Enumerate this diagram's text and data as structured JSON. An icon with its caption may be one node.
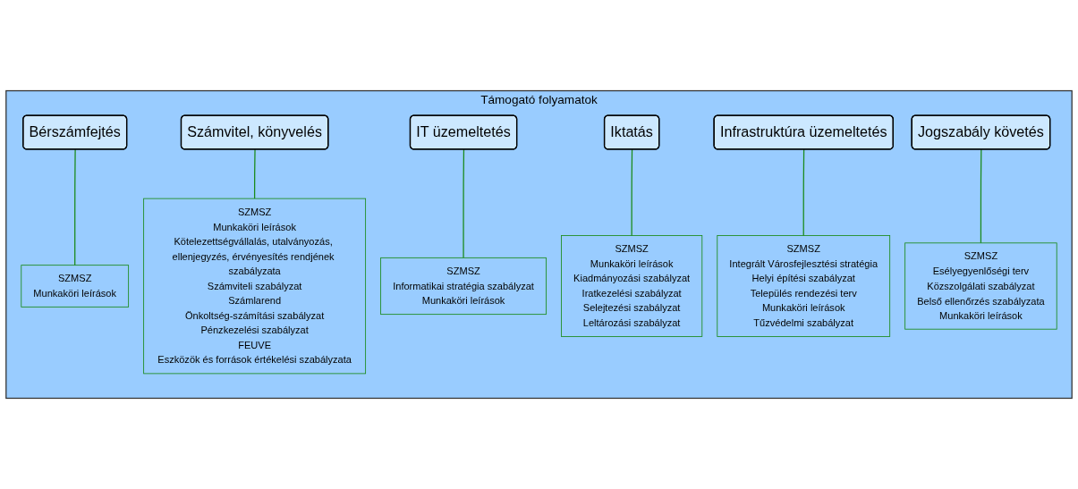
{
  "diagram": {
    "nodes": [
      {
        "text": [
          "Támogató folyamatok"
        ]
      },
      {
        "text": [
          "Bérszámfejtés"
        ],
        "in": 0
      },
      {
        "text": [
          "Számvitel, könyvelés"
        ],
        "in": 0
      },
      {
        "text": [
          "IT üzemeltetés"
        ],
        "in": 0
      },
      {
        "text": [
          "Iktatás"
        ],
        "in": 0
      },
      {
        "text": [
          "Infrastruktúra üzemeltetés"
        ],
        "in": 0
      },
      {
        "text": [
          "Jogszabály követés"
        ],
        "in": 0
      },
      {
        "text": [
          "SZMSZ",
          "Munkaköri leírások"
        ],
        "in": 0
      },
      {
        "text": [
          "SZMSZ",
          "Munkaköri leírások",
          "Kötelezettségvállalás, utalványozás, ellenjegyzés, érvényesítés rendjének szabályzata",
          "Számviteli szabályzat",
          "Számlarend",
          "Önkoltség-számítási szabályzat",
          "Pénzkezelési szabályzat",
          "FEUVE",
          "Eszközök és források értékelési szabályzata"
        ],
        "in": 0
      },
      {
        "text": [
          "SZMSZ",
          "Informatikai stratégia szabályzat",
          "Munkaköri leírások"
        ],
        "in": 0
      },
      {
        "text": [
          "SZMSZ",
          "Munkaköri leírások",
          "Kiadmányozási szabályzat",
          "Iratkezelési szabályzat",
          "Selejtezési szabályzat",
          "Leltározási szabályzat"
        ],
        "in": 0
      },
      {
        "text": [
          "SZMSZ",
          "Integrált Városfejlesztési stratégia",
          "Helyi építési szabályzat",
          "Település rendezési terv",
          "Munkaköri leírások",
          "Tűzvédelmi szabályzat"
        ],
        "in": 0
      },
      {
        "text": [
          "SZMSZ",
          "Esélyegyenlőségi terv",
          "Közszolgálati szabályzat",
          "Belső ellenőrzés szabályzata",
          "Munkaköri leírások"
        ],
        "in": 0
      }
    ],
    "edges": [
      {
        "from": 1,
        "to": 7,
        "arrow": "none"
      },
      {
        "from": 2,
        "to": 8,
        "arrow": "none"
      },
      {
        "from": 3,
        "to": 9,
        "arrow": "none"
      },
      {
        "from": 4,
        "to": 10,
        "arrow": "none"
      },
      {
        "from": 5,
        "to": 11,
        "arrow": "none"
      },
      {
        "from": 6,
        "to": 12,
        "arrow": "none"
      }
    ]
  }
}
